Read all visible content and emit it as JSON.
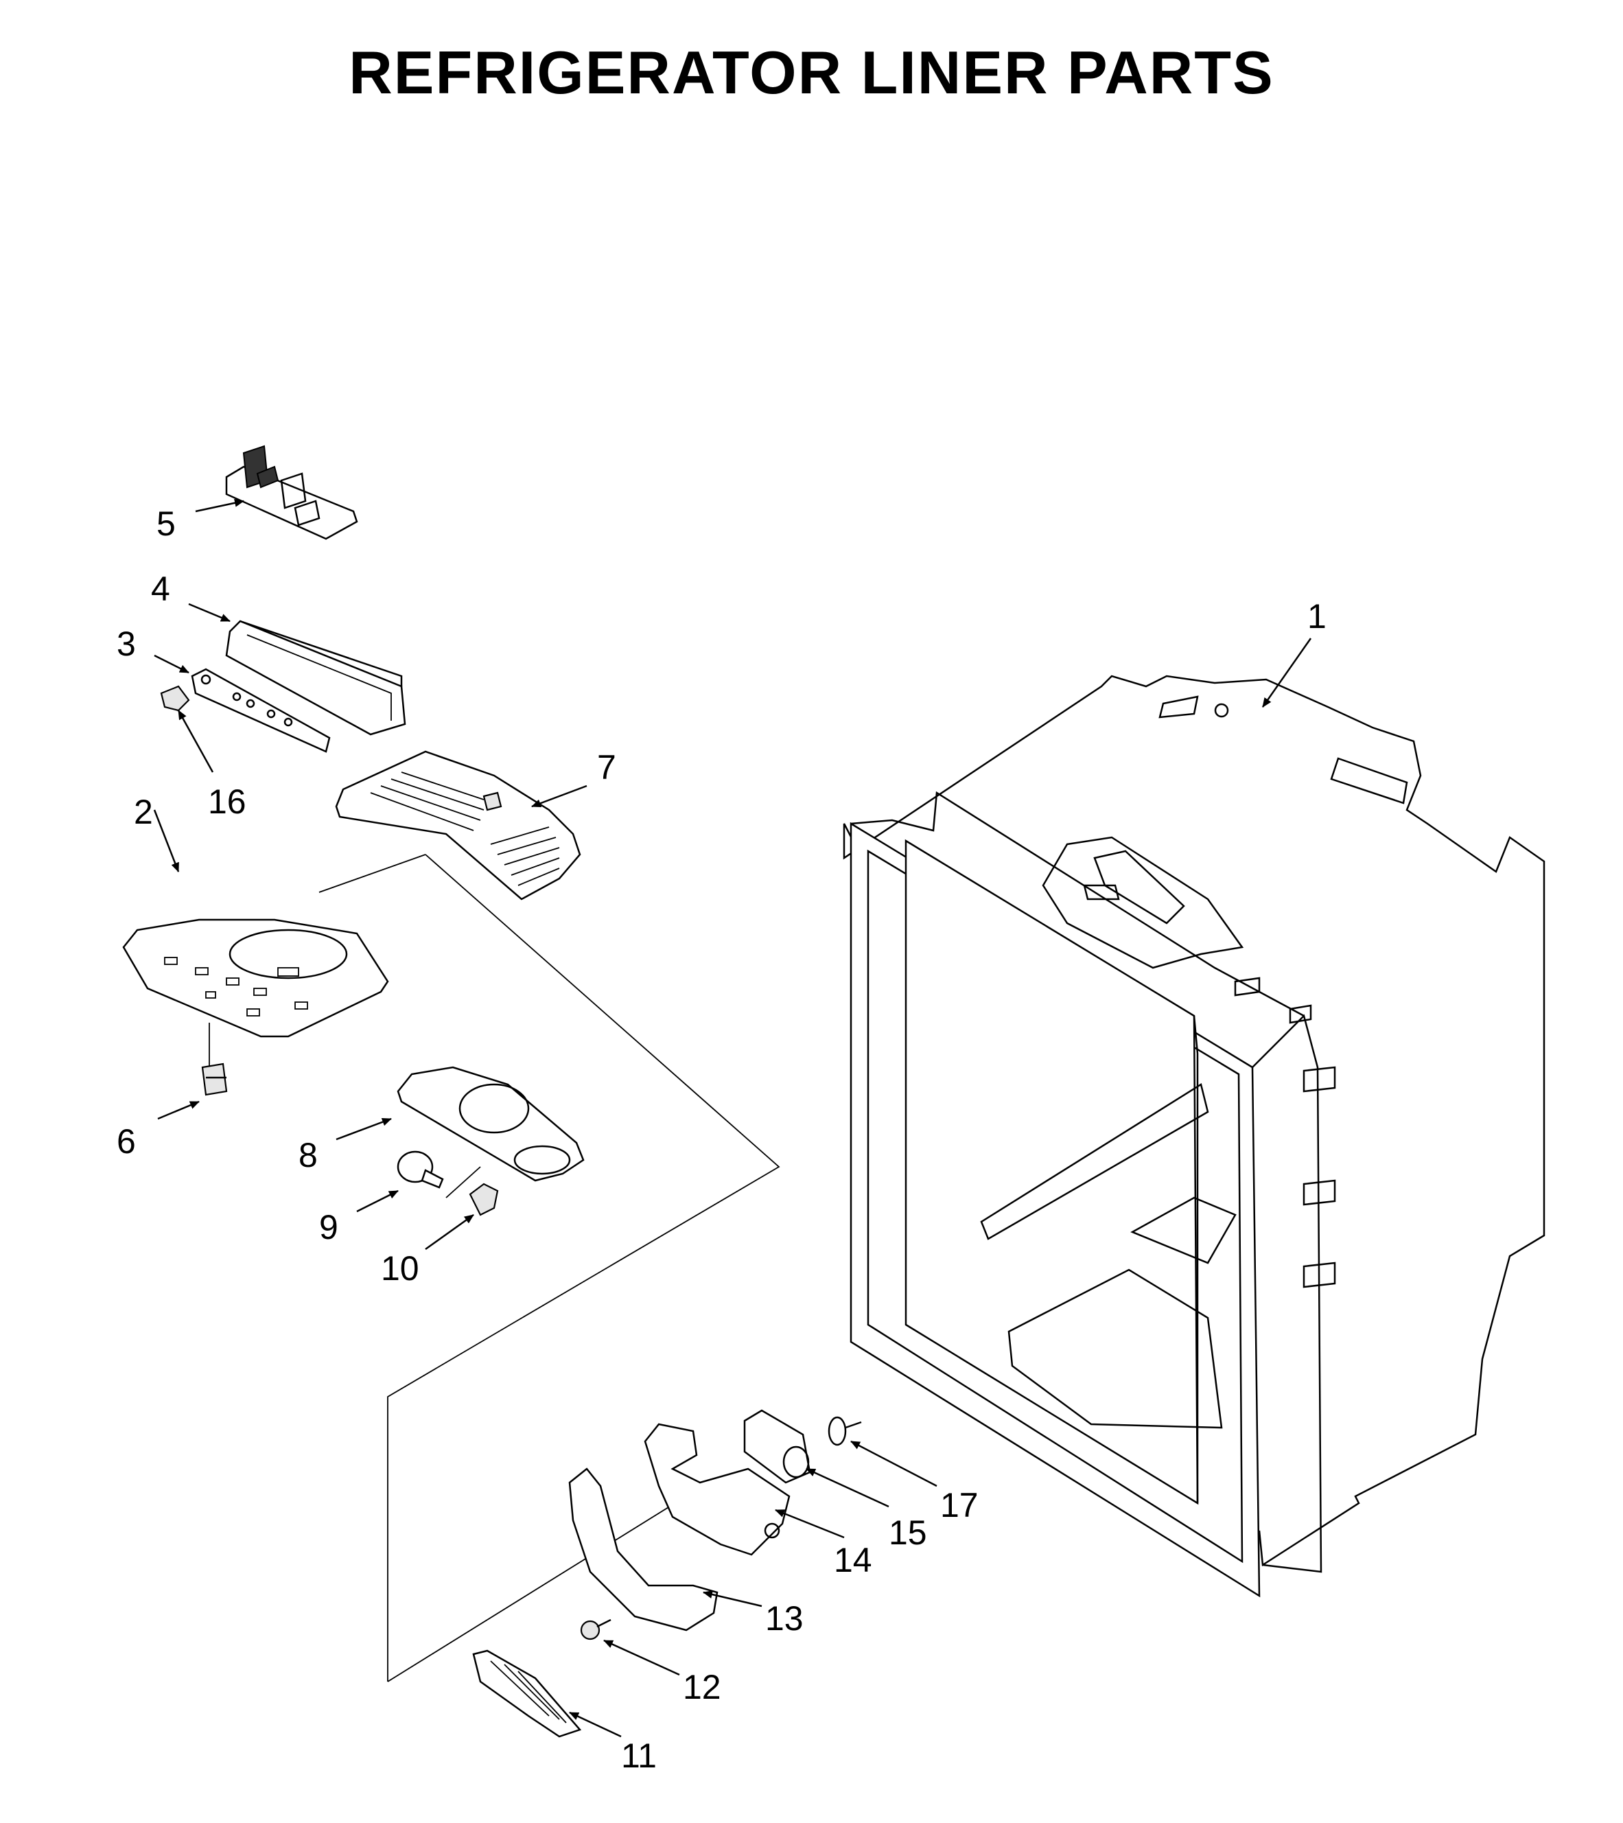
{
  "title": "REFRIGERATOR LINER PARTS",
  "callouts": [
    {
      "id": "1",
      "label": "1"
    },
    {
      "id": "2",
      "label": "2"
    },
    {
      "id": "3",
      "label": "3"
    },
    {
      "id": "4",
      "label": "4"
    },
    {
      "id": "5",
      "label": "5"
    },
    {
      "id": "6",
      "label": "6"
    },
    {
      "id": "7",
      "label": "7"
    },
    {
      "id": "8",
      "label": "8"
    },
    {
      "id": "9",
      "label": "9"
    },
    {
      "id": "10",
      "label": "10"
    },
    {
      "id": "11",
      "label": "11"
    },
    {
      "id": "12",
      "label": "12"
    },
    {
      "id": "13",
      "label": "13"
    },
    {
      "id": "14",
      "label": "14"
    },
    {
      "id": "15",
      "label": "15"
    },
    {
      "id": "16",
      "label": "16"
    },
    {
      "id": "17",
      "label": "17"
    }
  ]
}
